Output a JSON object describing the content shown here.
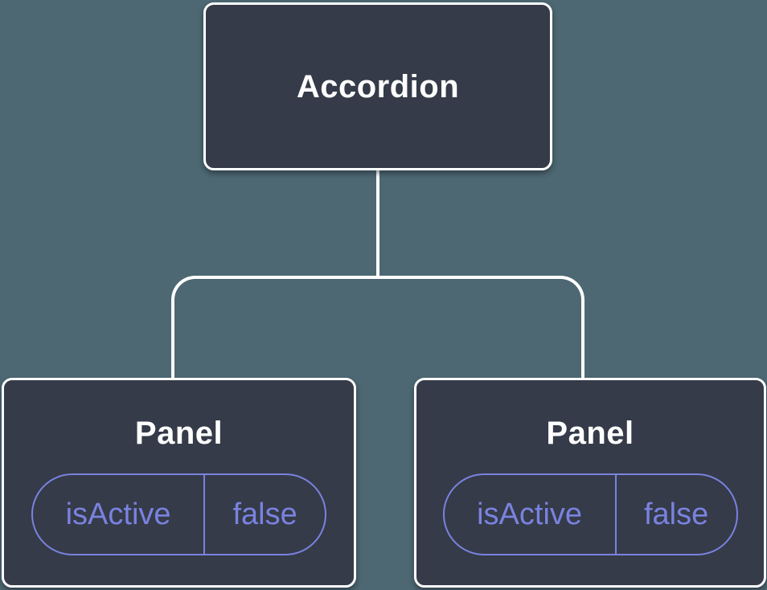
{
  "colors": {
    "background": "#4d6872",
    "node_fill": "#353b48",
    "node_border": "#ffffff",
    "connector": "#ffffff",
    "prop_accent": "#7a82e0",
    "label_text": "#ffffff"
  },
  "tree": {
    "root": {
      "label": "Accordion"
    },
    "children": [
      {
        "label": "Panel",
        "prop": {
          "name": "isActive",
          "value": "false"
        }
      },
      {
        "label": "Panel",
        "prop": {
          "name": "isActive",
          "value": "false"
        }
      }
    ]
  }
}
